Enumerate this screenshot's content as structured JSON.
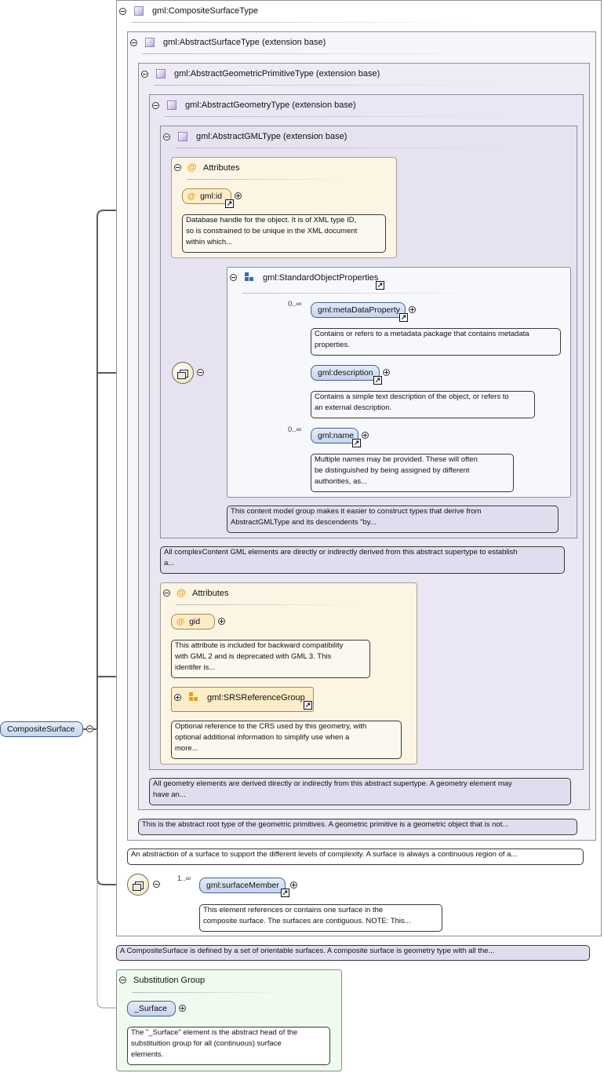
{
  "root_element": {
    "label": "CompositeSurface"
  },
  "types": {
    "composite": "gml:CompositeSurfaceType",
    "abstract_surface": "gml:AbstractSurfaceType (extension base)",
    "abstract_primitive": "gml:AbstractGeometricPrimitiveType (extension base)",
    "abstract_geometry": "gml:AbstractGeometryType (extension base)",
    "abstract_gml": "gml:AbstractGMLType (extension base)"
  },
  "attributes_label": "Attributes",
  "gml_attrs": {
    "id_label": "gml:id",
    "id_note": "Database handle for the object. It is of XML type ID,\nso is constrained to be unique in the XML document\nwithin which..."
  },
  "standard_props": {
    "label": "gml:StandardObjectProperties",
    "items": [
      {
        "label": "gml:metaDataProperty",
        "card": "0..∞",
        "note": "Contains or refers to a metadata package that contains metadata\nproperties."
      },
      {
        "label": "gml:description",
        "card": "",
        "note": "Contains a simple text description of the object, or refers to\nan external description."
      },
      {
        "label": "gml:name",
        "card": "0..∞",
        "note": "Multiple names may be provided. These will often\nbe distinguished by being assigned by different\nauthorities, as..."
      }
    ],
    "group_note": "This content model group makes it easier to construct types that derive from\nAbstractGMLType and its descendents \"by..."
  },
  "abstract_gml_note": "All complexContent GML elements are directly or indirectly derived from this abstract supertype to establish\na...",
  "geometry_attrs": {
    "gid_label": "gid",
    "gid_note": "This attribute is included for backward compatibility\nwith GML 2 and is deprecated with GML 3. This\nidentifer is...",
    "srs_label": "gml:SRSReferenceGroup",
    "srs_note": "Optional reference to the CRS used by this geometry, with\noptional additional information to simplify use when a\nmore..."
  },
  "abstract_geometry_note": "All geometry elements are derived directly or indirectly from this abstract supertype. A geometry element may\nhave an...",
  "abstract_primitive_note": "This is the abstract root type of the geometric primitives. A geometric primitive is a geometric object that is not...",
  "abstract_surface_note": "An abstraction of a surface to support the different levels of complexity. A surface is always a continuous region of a...",
  "surface_member": {
    "label": "gml:surfaceMember",
    "card": "1..∞",
    "note": "This element references or contains one surface in the\ncomposite surface. The surfaces are contiguous. NOTE: This..."
  },
  "composite_note": "A CompositeSurface is defined by a set of orientable surfaces. A composite surface is geometry type with all the...",
  "substitution": {
    "title": "Substitution Group",
    "label": "_Surface",
    "note": "The \"_Surface\" element is the abstract head of the\nsubstituition group for all (continuous) surface\nelements."
  },
  "colors": {
    "element_fill": "#c5d5ef",
    "attribute_fill": "#fcecc8",
    "type_fill": "#e2ddee",
    "substitution_fill": "#f0fbef",
    "connector": "#555555"
  }
}
